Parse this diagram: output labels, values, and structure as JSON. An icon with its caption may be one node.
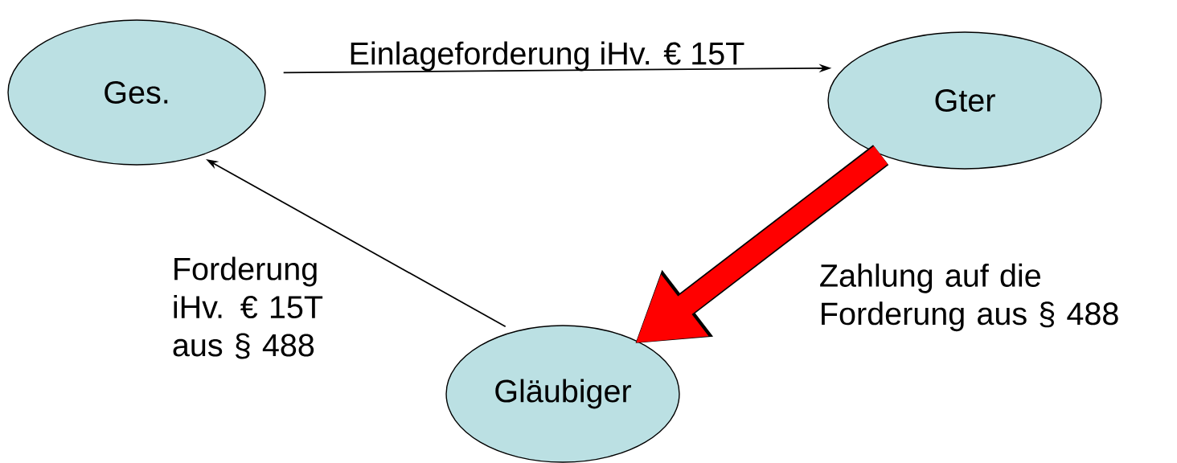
{
  "diagram": {
    "nodes": [
      {
        "text": [
          "Ges."
        ]
      },
      {
        "text": [
          "Gter"
        ]
      },
      {
        "text": [
          "Gläubiger"
        ]
      }
    ],
    "edges": [
      {
        "from": 0,
        "to": 1,
        "arrow": "to",
        "label": "Einlageforderung iHv. € 15T"
      },
      {
        "from": 2,
        "to": 0,
        "arrow": "to",
        "label": "Forderung iHv. € 15T aus § 488"
      },
      {
        "from": 1,
        "to": 2,
        "arrow": "to",
        "label": "Zahlung auf die Forderung aus § 488",
        "style": "thick",
        "color": "#ff0000"
      }
    ]
  }
}
